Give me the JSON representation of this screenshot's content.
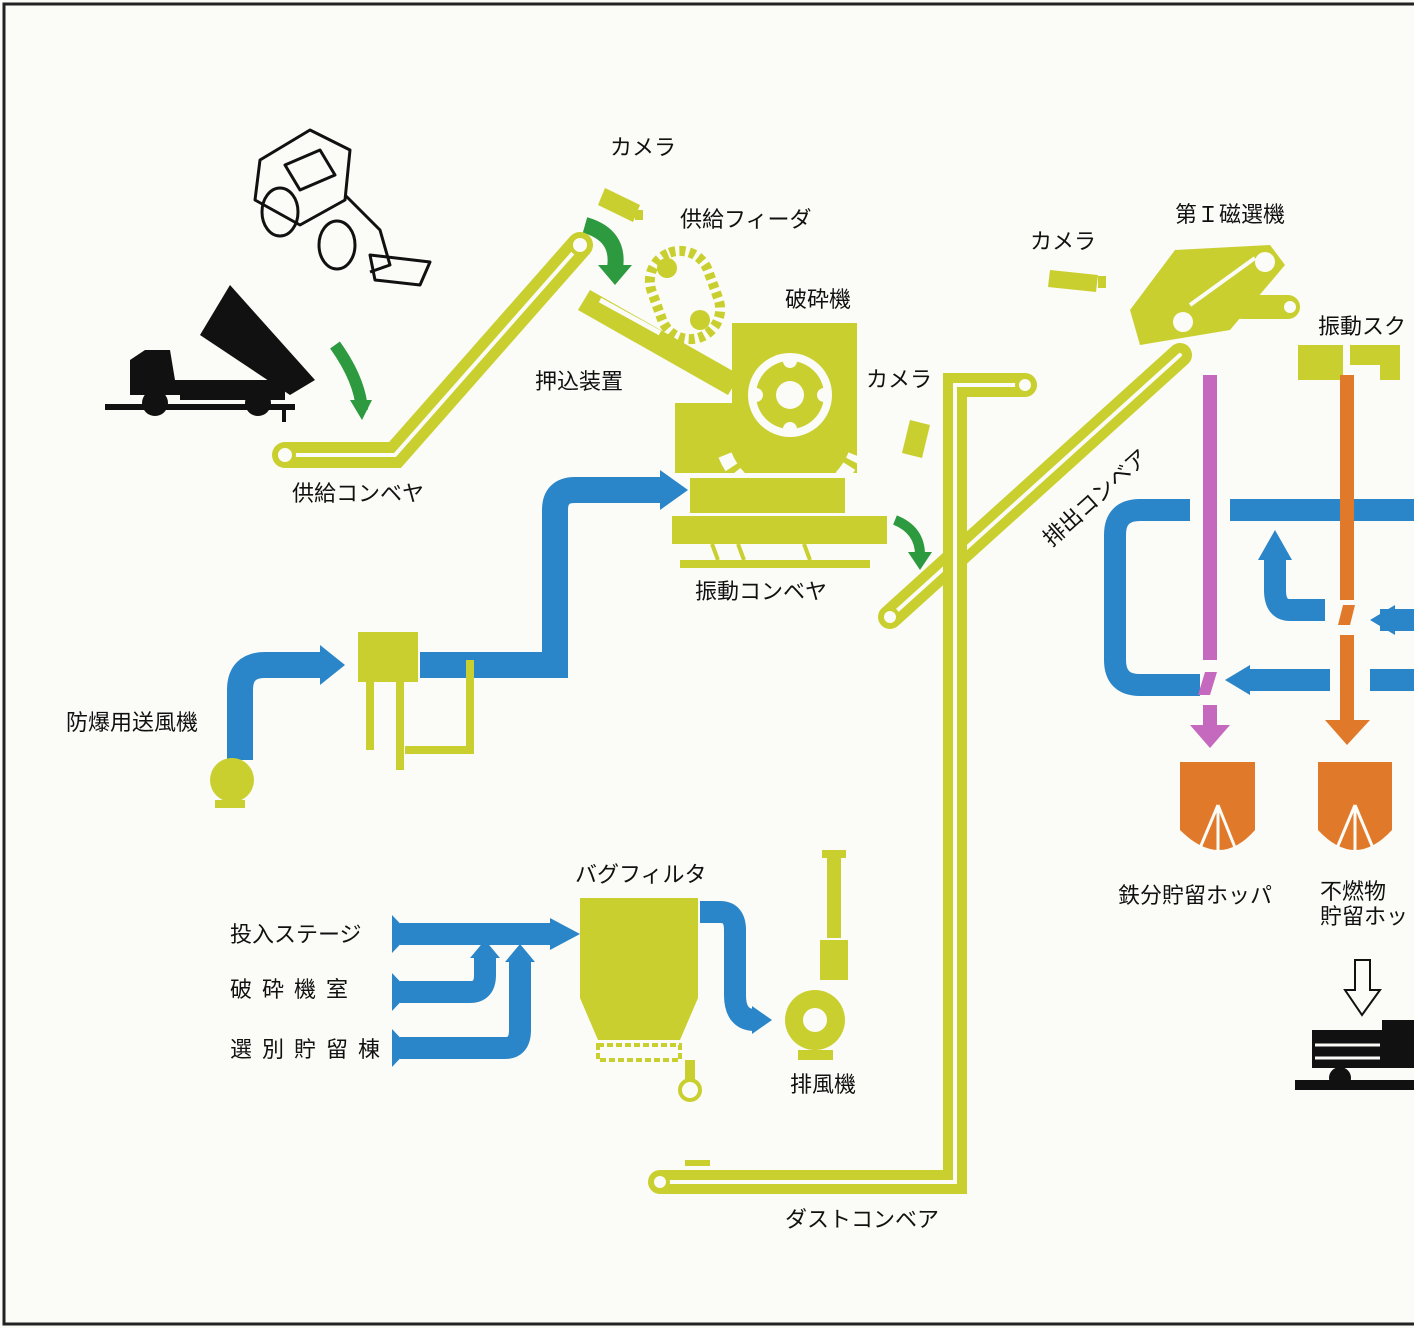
{
  "labels": {
    "camera_top": "カメラ",
    "feed_feeder": "供給フィーダ",
    "camera_right": "カメラ",
    "magnet_1": "第Ｉ磁選機",
    "crusher": "破砕機",
    "vibrating_screen": "振動スク",
    "push_device": "押込装置",
    "camera_mid": "カメラ",
    "discharge_conveyor": "排出コンベア",
    "feed_conveyor": "供給コンベヤ",
    "vibrating_conveyor": "振動コンベヤ",
    "explosion_blower": "防爆用送風機",
    "bag_filter": "バグフィルタ",
    "input_stage": "投入ステージ",
    "crusher_room": "破砕機室",
    "sorting_storage": "選別貯留棟",
    "exhaust_fan": "排風機",
    "iron_hopper": "鉄分貯留ホッパ",
    "nonburn_hopper": "不燃物\n貯留ホッ",
    "dust_conveyor": "ダストコンベア"
  },
  "colors": {
    "conveyor": "#c9cf2e",
    "air_duct": "#2a86c9",
    "flow_arrow": "#2e9a3f",
    "iron_line": "#c469be",
    "nonburn_line": "#e07a2a",
    "hopper": "#e07a2a",
    "vehicle": "#111111",
    "border": "#222222"
  },
  "icons": [
    "dump-truck-icon",
    "wheel-loader-icon",
    "camera-icon",
    "bag-filter-icon",
    "exhaust-fan-icon",
    "blower-icon",
    "hopper-icon",
    "flatbed-truck-icon"
  ]
}
